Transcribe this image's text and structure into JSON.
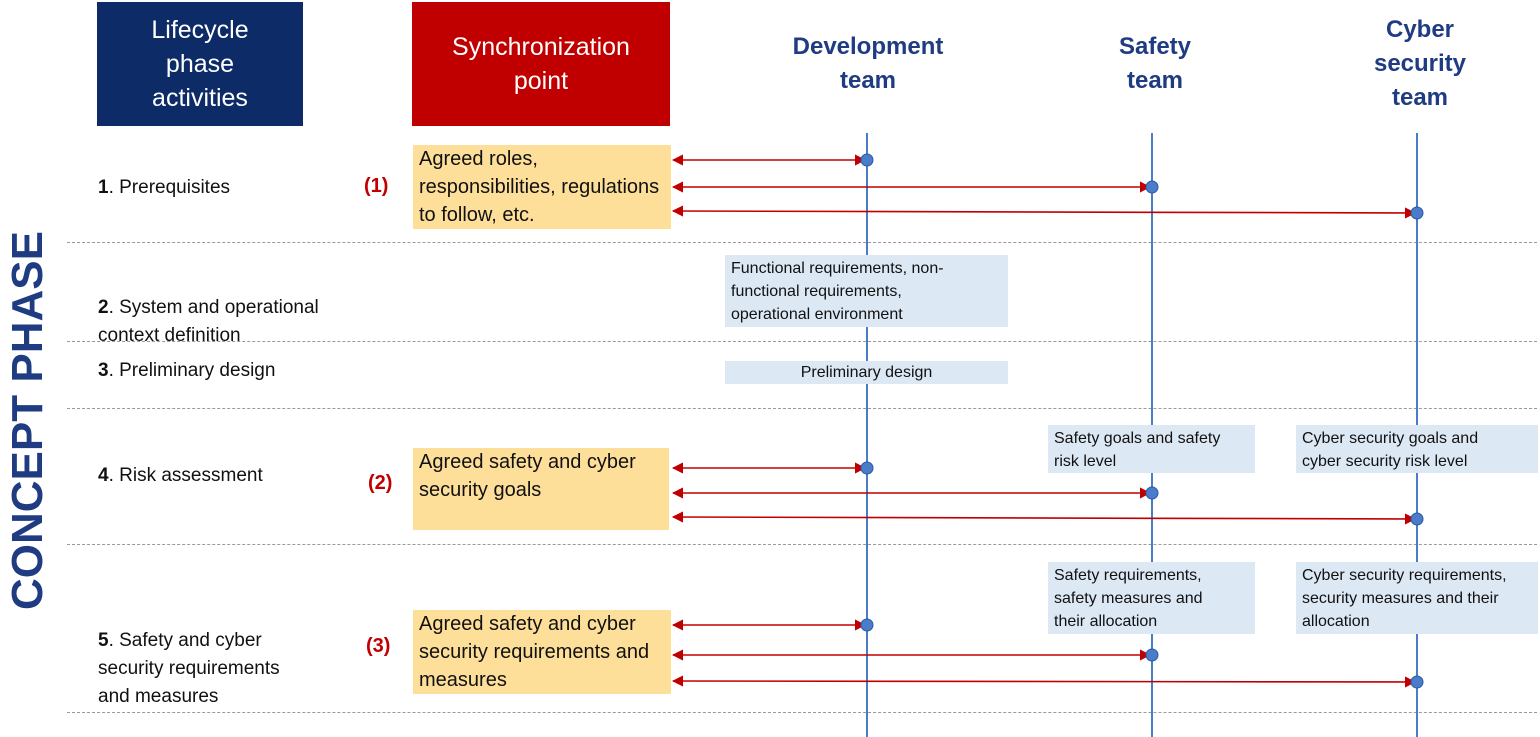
{
  "header": {
    "lifecycle": "Lifecycle\nphase\nactivities",
    "sync_point": "Synchronization\npoint",
    "teams": [
      "Development\nteam",
      "Safety\nteam",
      "Cyber\nsecurity\nteam"
    ]
  },
  "phase_label": "CONCEPT PHASE",
  "activities": [
    {
      "num": "1",
      "text": ". Prerequisites"
    },
    {
      "num": "2",
      "text": ". System and operational\ncontext definition"
    },
    {
      "num": "3",
      "text": ". Preliminary design"
    },
    {
      "num": "4",
      "text": ". Risk assessment"
    },
    {
      "num": "5",
      "text": ". Safety and cyber\nsecurity requirements\nand measures"
    }
  ],
  "sync_points": [
    {
      "num": "(1)",
      "text": "Agreed roles,\nresponsibilities, regulations\nto follow, etc."
    },
    {
      "num": "(2)",
      "text": "Agreed safety and cyber\nsecurity goals"
    },
    {
      "num": "(3)",
      "text": "Agreed safety and cyber\nsecurity requirements and\nmeasures"
    }
  ],
  "info_boxes": {
    "functional": "Functional requirements, non-\nfunctional requirements,\noperational environment",
    "preliminary": "Preliminary design",
    "safety_goals": "Safety goals and safety\nrisk level",
    "cyber_goals": "Cyber security goals and\ncyber security risk level",
    "safety_reqs": "Safety requirements,\nsafety measures and\ntheir allocation",
    "cyber_reqs": "Cyber security requirements,\nsecurity measures and their\nallocation"
  },
  "colors": {
    "navy": "#0d2b66",
    "red": "#c00000",
    "team_text": "#1f3b82",
    "lifeline": "#4a7cc9",
    "arrow": "#c00000",
    "sync_fill": "#fddf9a",
    "info_fill": "#dde8f5"
  }
}
